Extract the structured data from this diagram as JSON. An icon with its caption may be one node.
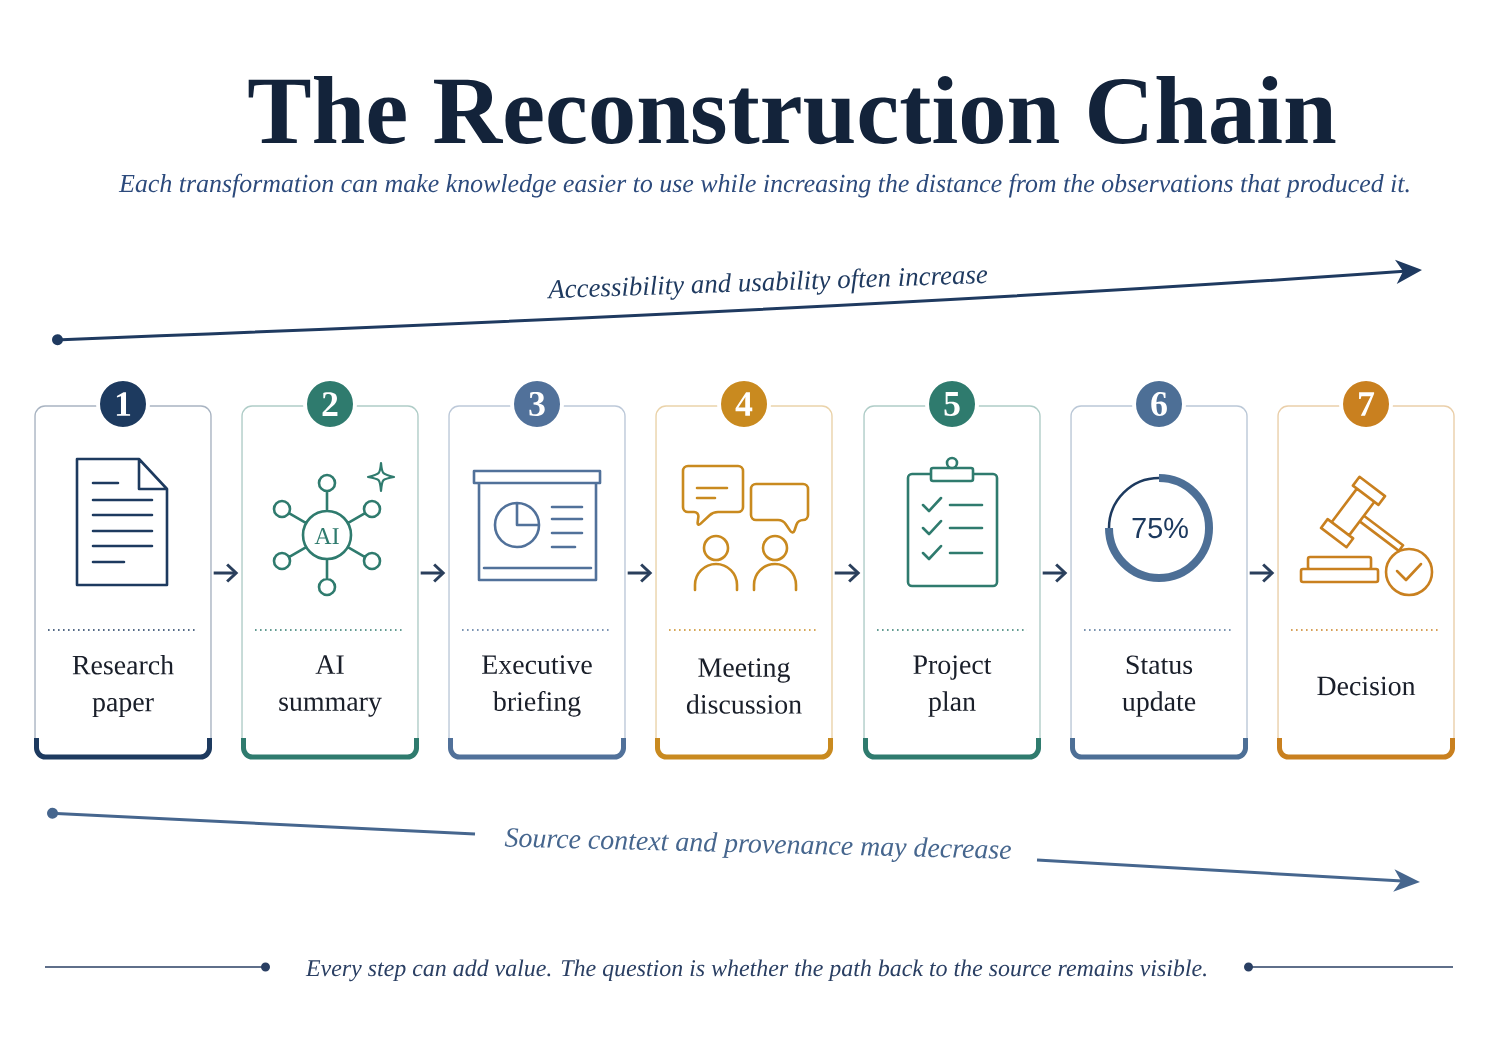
{
  "diagram": {
    "title": "The Reconstruction Chain",
    "nodes": [
      {
        "text": [
          "1",
          "Research paper"
        ]
      },
      {
        "text": [
          "2",
          "AI",
          "AI summary"
        ]
      },
      {
        "text": [
          "3",
          "Executive briefing"
        ]
      },
      {
        "text": [
          "4",
          "Meeting discussion"
        ]
      },
      {
        "text": [
          "5",
          "Project plan"
        ]
      },
      {
        "text": [
          "6",
          "75%",
          "Status update"
        ]
      },
      {
        "text": [
          "7",
          "Decision"
        ]
      }
    ],
    "edges": [
      {
        "from": 0,
        "to": 1,
        "arrow": "to"
      },
      {
        "from": 1,
        "to": 2,
        "arrow": "to"
      },
      {
        "from": 2,
        "to": 3,
        "arrow": "to"
      },
      {
        "from": 3,
        "to": 4,
        "arrow": "to"
      },
      {
        "from": 4,
        "to": 5,
        "arrow": "to"
      },
      {
        "from": 5,
        "to": 6,
        "arrow": "to"
      }
    ],
    "labels": [
      "Each transformation can make knowledge easier to use while increasing the distance from the observations that produced it.",
      "Accessibility and usability often increase",
      "Source context and provenance may decrease",
      "Every step can add value. The question is whether the path back to the source remains visible."
    ]
  }
}
